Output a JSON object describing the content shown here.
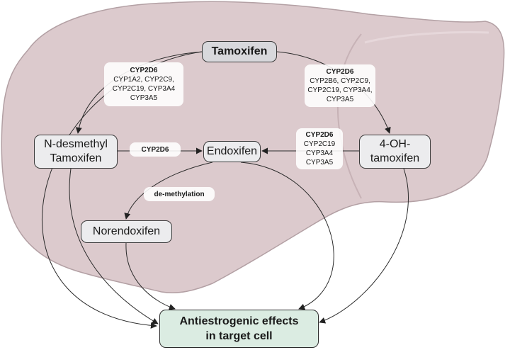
{
  "nodes": {
    "tamoxifen": "Tamoxifen",
    "n_desmethyl": [
      "N-desmethyl",
      "Tamoxifen"
    ],
    "endoxifen": "Endoxifen",
    "four_oh": [
      "4-OH-",
      "tamoxifen"
    ],
    "norendoxifen": "Norendoxifen",
    "target": [
      "Antiestrogenic effects",
      "in target cell"
    ]
  },
  "enzymes": {
    "left": {
      "bold": "CYP2D6",
      "lines": [
        "CYP1A2, CYP2C9,",
        "CYP2C19, CYP3A4",
        "CYP3A5"
      ]
    },
    "right": {
      "bold": "CYP2D6",
      "lines": [
        "CYP2B6, CYP2C9,",
        "CYP2C19, CYP3A4,",
        "CYP3A5"
      ]
    },
    "ndesmethyl_to_endoxifen": {
      "bold": "CYP2D6"
    },
    "four_oh_to_endoxifen": {
      "bold": "CYP2D6",
      "lines": [
        "CYP2C19",
        "CYP3A4",
        "CYP3A5"
      ]
    },
    "demethylation": {
      "bold": "de-methylation"
    }
  },
  "colors": {
    "liver_fill": "#dccacd",
    "liver_stroke": "#b3a0a4",
    "node_fill": "#ececee",
    "tamoxifen_fill": "#d8d8dc",
    "target_fill": "#dbece2",
    "line": "#2a2a2a"
  }
}
